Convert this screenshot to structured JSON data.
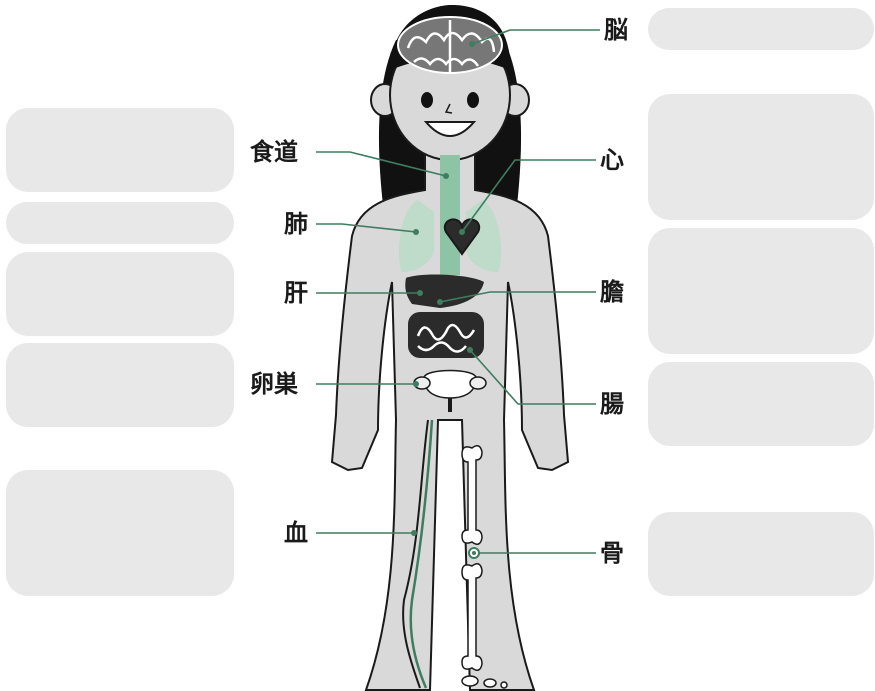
{
  "labels": {
    "brain": "脳",
    "esophagus": "食道",
    "heart": "心",
    "lung": "肺",
    "liver": "肝",
    "gallbladder": "膽",
    "ovary": "卵巣",
    "intestine": "腸",
    "blood": "血",
    "bone": "骨"
  },
  "colors": {
    "accent": "#3e7d5f",
    "accent_light": "#a9cfb8",
    "skin": "#d9d9d9",
    "outline": "#1a1a1a",
    "hair": "#111111",
    "answer_box": "#e8e8e8"
  }
}
